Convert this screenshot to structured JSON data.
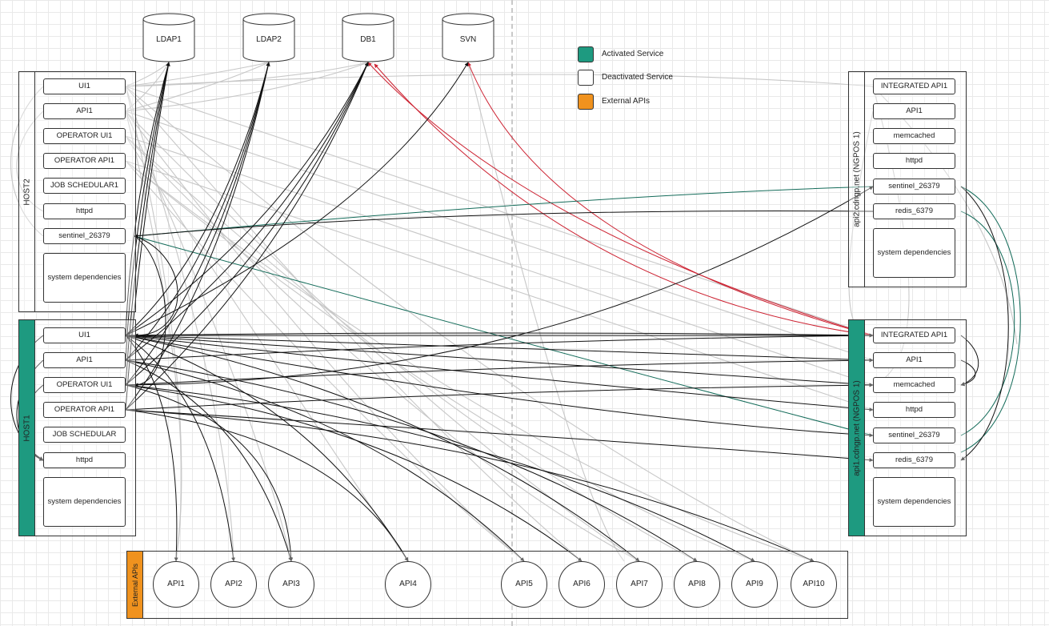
{
  "colors": {
    "activated": "#1e9a80",
    "deactivated": "#ffffff",
    "external": "#f0921e",
    "wire_black": "#111111",
    "wire_gray": "#c7c7c7",
    "wire_red": "#cc2030",
    "wire_green": "#136b59"
  },
  "databases": [
    {
      "id": "ldap1",
      "label": "LDAP1"
    },
    {
      "id": "ldap2",
      "label": "LDAP2"
    },
    {
      "id": "db1",
      "label": "DB1"
    },
    {
      "id": "svn",
      "label": "SVN"
    }
  ],
  "legend": [
    {
      "label": "Activated Service",
      "color": "#1e9a80"
    },
    {
      "label": "Deactivated Service",
      "color": "#ffffff"
    },
    {
      "label": "External APIs",
      "color": "#f0921e"
    }
  ],
  "host2": {
    "title": "HOST2",
    "services": [
      "UI1",
      "API1",
      "OPERATOR UI1",
      "OPERATOR API1",
      "JOB SCHEDULAR1",
      "httpd",
      "sentinel_26379",
      "system dependencies"
    ]
  },
  "host1": {
    "title": "HOST1",
    "services": [
      "UI1",
      "API1",
      "OPERATOR UI1",
      "OPERATOR API1",
      "JOB SCHEDULAR",
      "httpd",
      "system dependencies"
    ]
  },
  "ngpos1": {
    "title": "api2.cdngp.net (NGPOS 1)",
    "services": [
      "INTEGRATED API1",
      "API1",
      "memcached",
      "httpd",
      "sentinel_26379",
      "redis_6379",
      "system dependencies"
    ]
  },
  "ngpos2": {
    "title": "api1.cdngp.net (NGPOS 1)",
    "services": [
      "INTEGRATED API1",
      "API1",
      "memcached",
      "httpd",
      "sentinel_26379",
      "redis_6379",
      "system dependencies"
    ]
  },
  "external": {
    "title": "External APIs",
    "apis": [
      "API1",
      "API2",
      "API3",
      "API4",
      "API5",
      "API6",
      "API7",
      "API8",
      "API9",
      "API10"
    ]
  }
}
